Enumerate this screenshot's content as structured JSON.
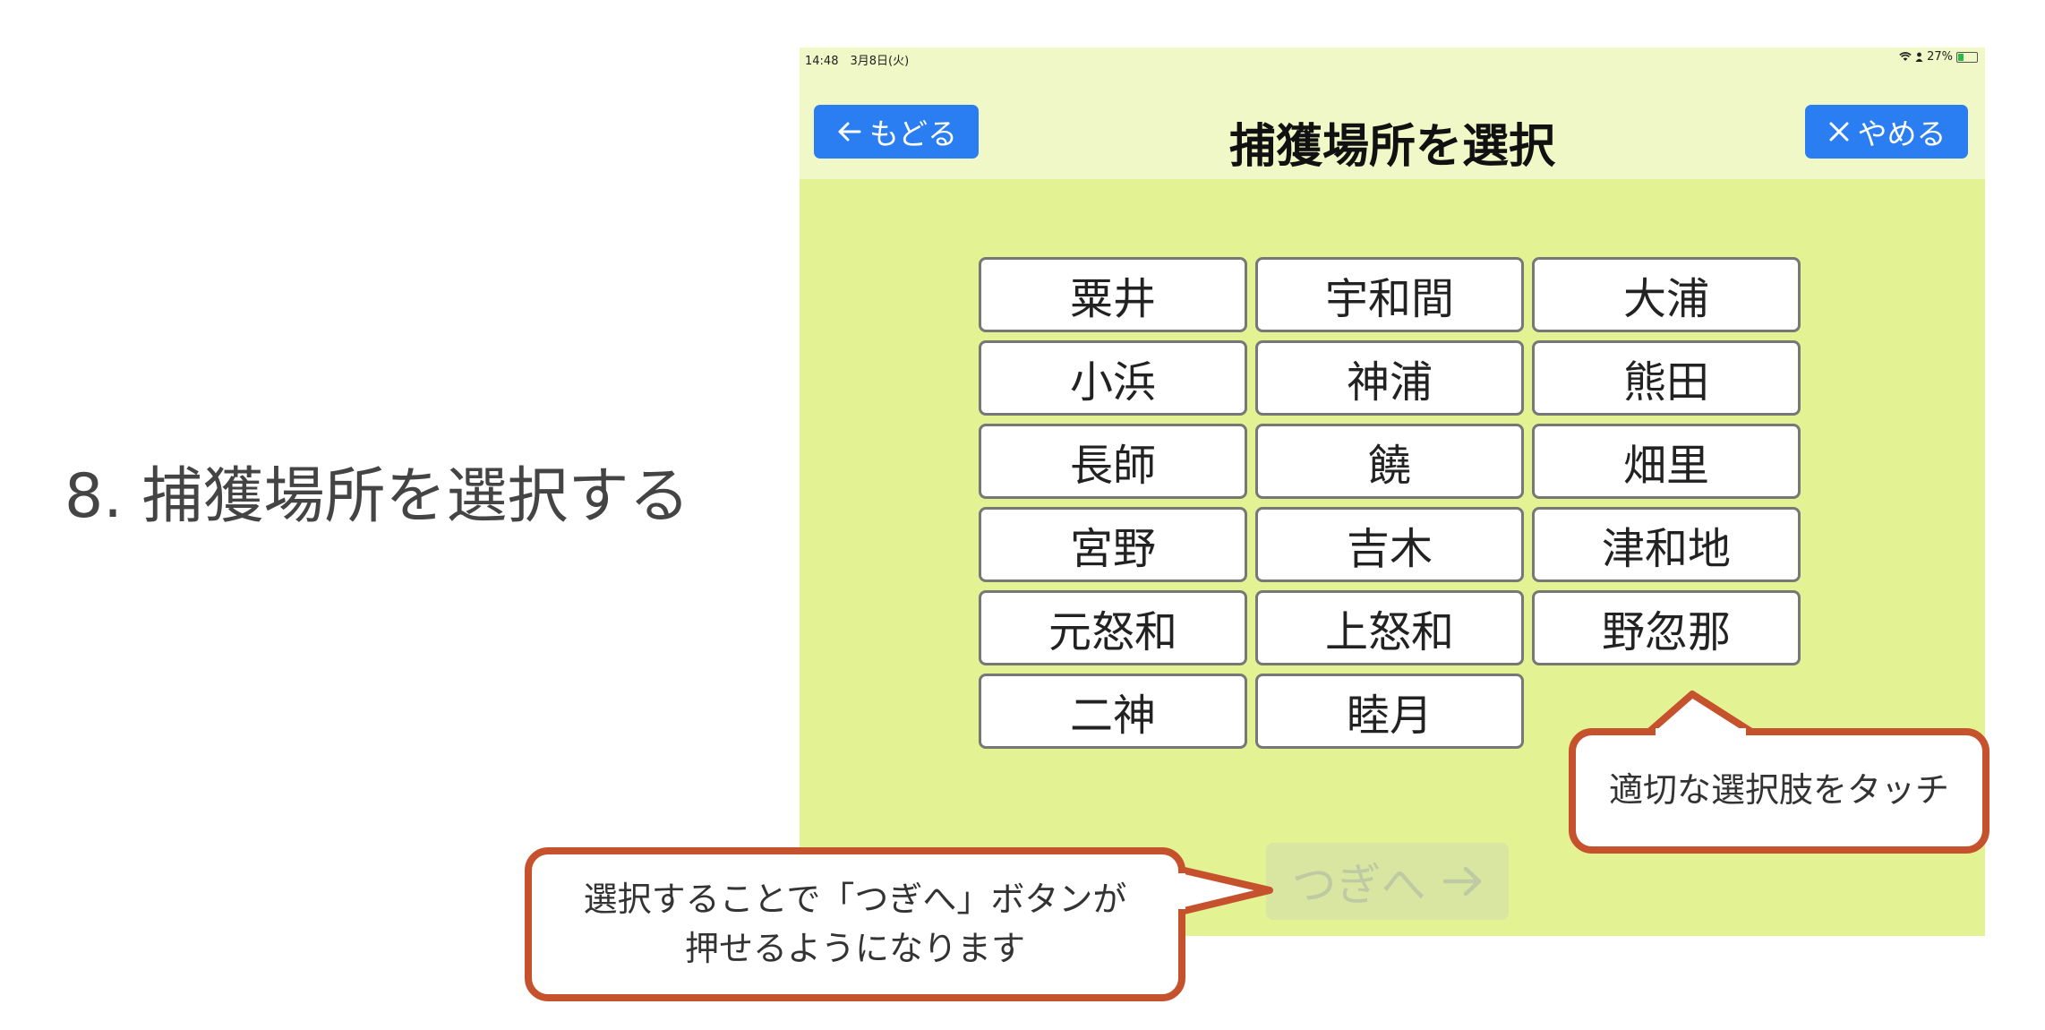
{
  "step_title": "8. 捕獲場所を選択する",
  "status_bar": {
    "time_date": "14:48　3月8日(火)",
    "battery": "27%",
    "icons": [
      "wifi-icon",
      "person-icon",
      "battery-charging-icon"
    ]
  },
  "nav": {
    "back_icon": "arrow-left",
    "back_label": "もどる",
    "title": "捕獲場所を選択",
    "quit_icon": "x",
    "quit_label": "やめる"
  },
  "options": [
    "粟井",
    "宇和間",
    "大浦",
    "小浜",
    "神浦",
    "熊田",
    "長師",
    "饒",
    "畑里",
    "宮野",
    "吉木",
    "津和地",
    "元怒和",
    "上怒和",
    "野忽那",
    "二神",
    "睦月"
  ],
  "next_button": {
    "label": "つぎへ",
    "icon": "arrow-right",
    "state": "disabled"
  },
  "callouts": {
    "select": "適切な選択肢をタッチ",
    "next_line1": "選択することで「つぎへ」ボタンが",
    "next_line2": "押せるようになります"
  },
  "colors": {
    "accent_blue": "#2b7ef2",
    "callout_border": "#c6522d",
    "screen_background": "#e3f394",
    "header_background": "#eff8c6"
  }
}
